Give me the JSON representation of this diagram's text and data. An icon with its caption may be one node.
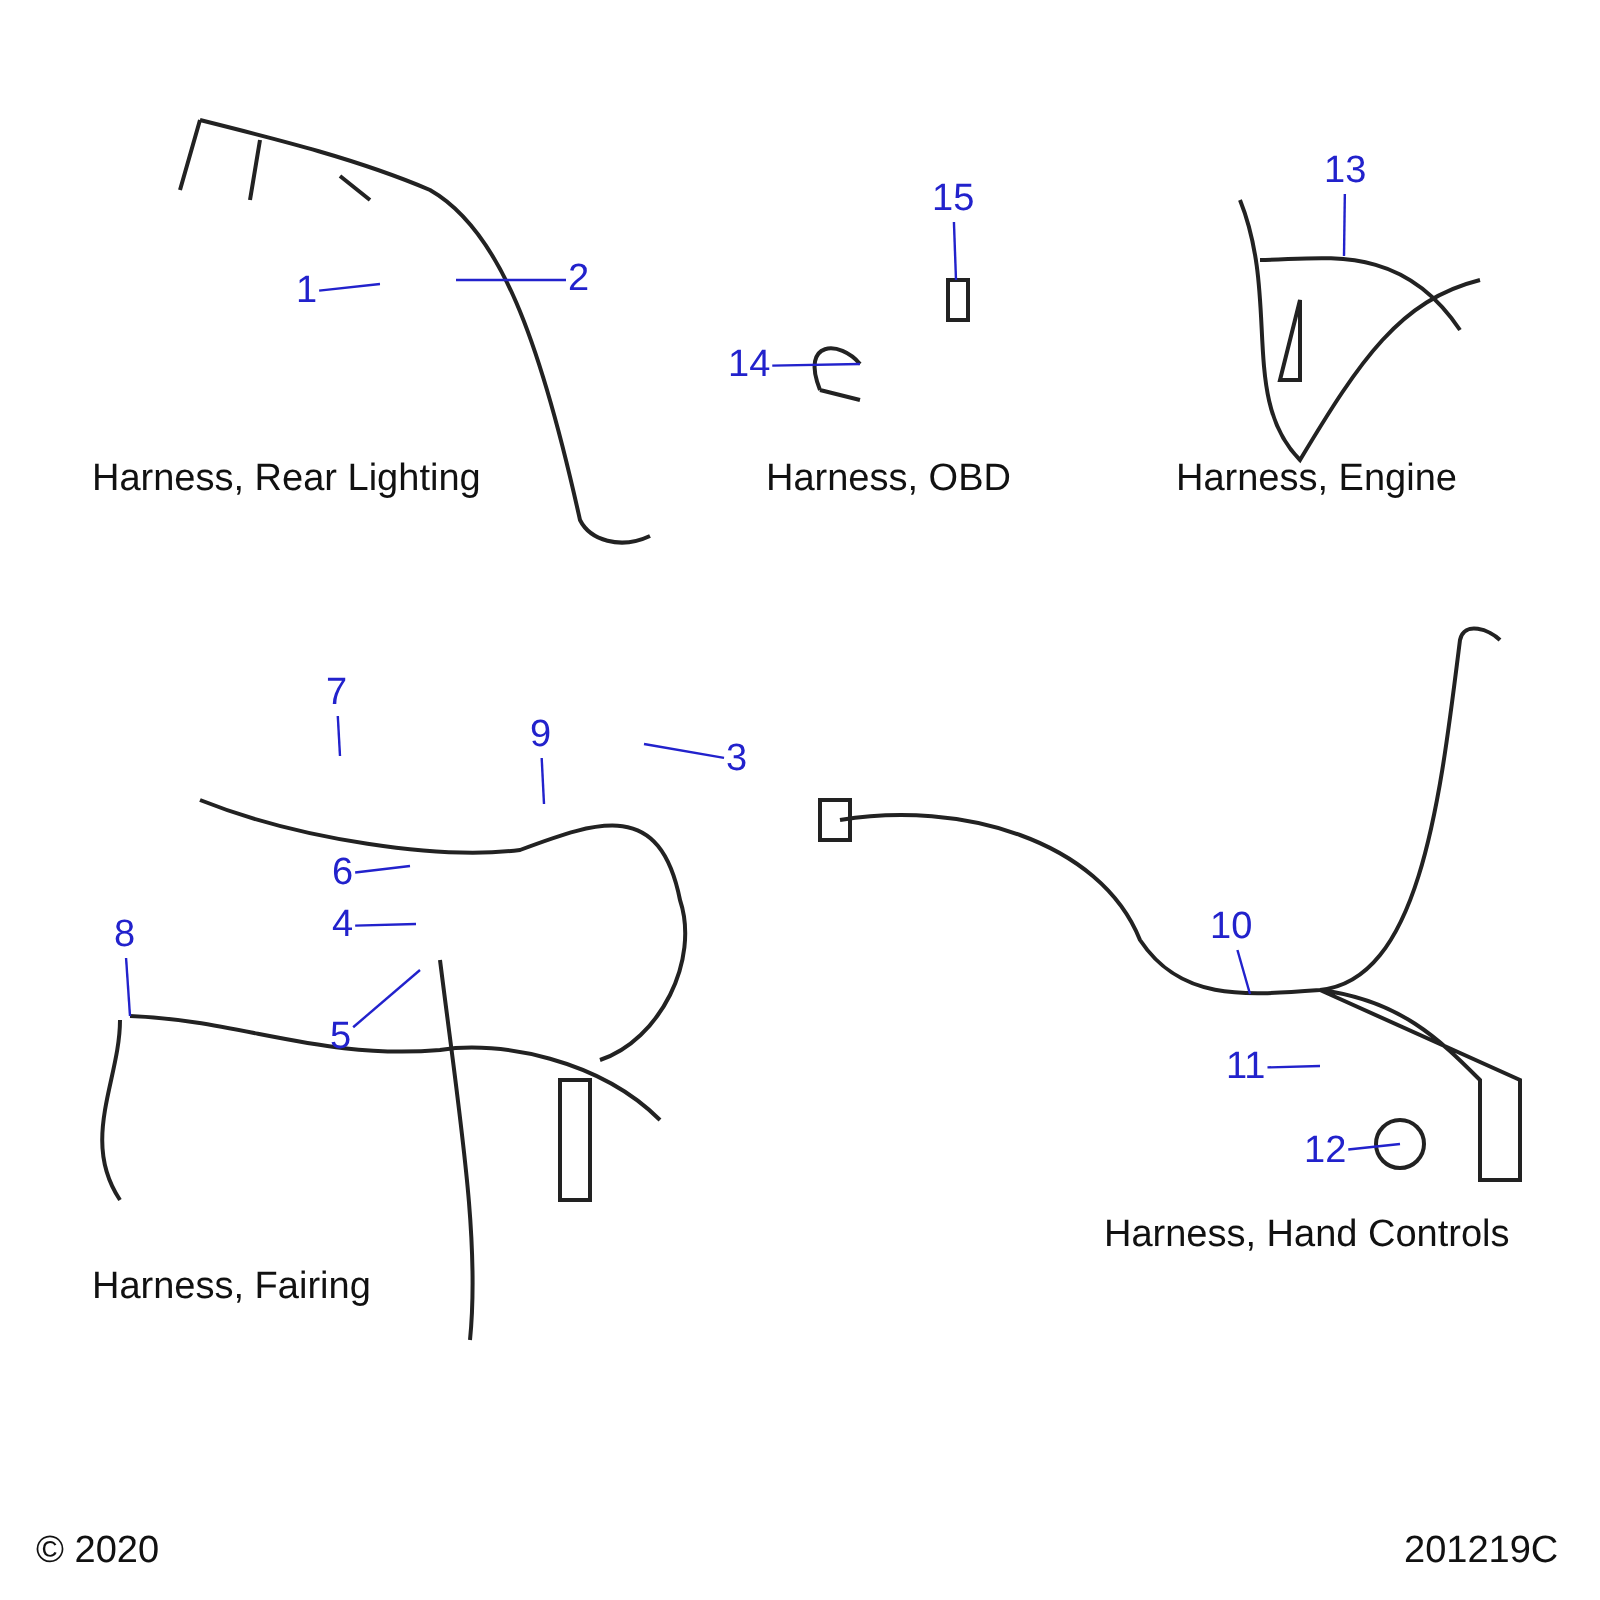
{
  "diagram": {
    "nodes": [
      {
        "text": [
          "13"
        ]
      },
      {
        "text": [
          "15"
        ]
      },
      {
        "text": [
          "2"
        ]
      },
      {
        "text": [
          "1"
        ]
      },
      {
        "text": [
          "14"
        ]
      },
      {
        "text": [
          "7"
        ]
      },
      {
        "text": [
          "9"
        ]
      },
      {
        "text": [
          "3"
        ]
      },
      {
        "text": [
          "6"
        ]
      },
      {
        "text": [
          "4"
        ]
      },
      {
        "text": [
          "10"
        ]
      },
      {
        "text": [
          "8"
        ]
      },
      {
        "text": [
          "5"
        ]
      },
      {
        "text": [
          "11"
        ]
      },
      {
        "text": [
          "12"
        ]
      }
    ],
    "edges": [
      {
        "from": 0,
        "to": null,
        "arrow": "none"
      },
      {
        "from": 1,
        "to": null,
        "arrow": "none"
      },
      {
        "from": 2,
        "to": null,
        "arrow": "none"
      },
      {
        "from": 3,
        "to": null,
        "arrow": "none"
      },
      {
        "from": 4,
        "to": null,
        "arrow": "none"
      },
      {
        "from": 5,
        "to": null,
        "arrow": "none"
      },
      {
        "from": 6,
        "to": null,
        "arrow": "none"
      },
      {
        "from": 7,
        "to": null,
        "arrow": "none"
      },
      {
        "from": 8,
        "to": null,
        "arrow": "none"
      },
      {
        "from": 9,
        "to": null,
        "arrow": "none"
      },
      {
        "from": 10,
        "to": null,
        "arrow": "none"
      },
      {
        "from": 11,
        "to": null,
        "arrow": "none"
      },
      {
        "from": 12,
        "to": null,
        "arrow": "none"
      },
      {
        "from": 13,
        "to": null,
        "arrow": "none"
      },
      {
        "from": 14,
        "to": null,
        "arrow": "none"
      }
    ],
    "labels": [
      "Harness, Rear Lighting",
      "Harness, OBD",
      "Harness, Engine",
      "Harness, Fairing",
      "Harness, Hand Controls",
      "© 2020",
      "201219C"
    ]
  }
}
